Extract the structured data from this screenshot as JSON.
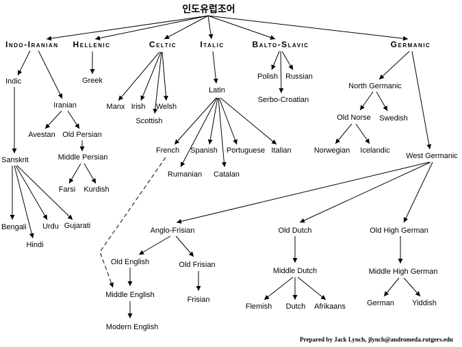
{
  "tree": {
    "label": "인도유럽조어",
    "children": [
      {
        "label": "Indo-Iranian",
        "children": [
          {
            "label": "Indic",
            "children": [
              {
                "label": "Sanskrit",
                "children": [
                  {
                    "label": "Bengali"
                  },
                  {
                    "label": "Hindi"
                  },
                  {
                    "label": "Urdu"
                  },
                  {
                    "label": "Gujarati"
                  }
                ]
              }
            ]
          },
          {
            "label": "Iranian",
            "children": [
              {
                "label": "Avestan"
              },
              {
                "label": "Old Persian",
                "children": [
                  {
                    "label": "Middle Persian",
                    "children": [
                      {
                        "label": "Farsi"
                      },
                      {
                        "label": "Kurdish"
                      }
                    ]
                  }
                ]
              }
            ]
          }
        ]
      },
      {
        "label": "Hellenic",
        "children": [
          {
            "label": "Greek"
          }
        ]
      },
      {
        "label": "Celtic",
        "children": [
          {
            "label": "Manx"
          },
          {
            "label": "Irish"
          },
          {
            "label": "Scottish"
          },
          {
            "label": "Welsh"
          }
        ]
      },
      {
        "label": "Italic",
        "children": [
          {
            "label": "Latin",
            "children": [
              {
                "label": "French"
              },
              {
                "label": "Rumanian"
              },
              {
                "label": "Spanish"
              },
              {
                "label": "Catalan"
              },
              {
                "label": "Portuguese"
              },
              {
                "label": "Italian"
              }
            ]
          }
        ]
      },
      {
        "label": "Balto-Slavic",
        "children": [
          {
            "label": "Polish"
          },
          {
            "label": "Russian"
          },
          {
            "label": "Serbo-Croatian"
          }
        ]
      },
      {
        "label": "Germanic",
        "children": [
          {
            "label": "North Germanic",
            "children": [
              {
                "label": "Old Norse",
                "children": [
                  {
                    "label": "Norwegian"
                  },
                  {
                    "label": "Icelandic"
                  }
                ]
              },
              {
                "label": "Swedish"
              }
            ]
          },
          {
            "label": "West Germanic",
            "children": [
              {
                "label": "Anglo-Frisian",
                "children": [
                  {
                    "label": "Old English",
                    "children": [
                      {
                        "label": "Middle English",
                        "children": [
                          {
                            "label": "Modern English"
                          }
                        ]
                      }
                    ]
                  },
                  {
                    "label": "Old Frisian",
                    "children": [
                      {
                        "label": "Frisian"
                      }
                    ]
                  }
                ]
              },
              {
                "label": "Old Dutch",
                "children": [
                  {
                    "label": "Middle Dutch",
                    "children": [
                      {
                        "label": "Flemish"
                      },
                      {
                        "label": "Dutch"
                      },
                      {
                        "label": "Afrikaans"
                      }
                    ]
                  }
                ]
              },
              {
                "label": "Old High German",
                "children": [
                  {
                    "label": "Middle High German",
                    "children": [
                      {
                        "label": "German"
                      },
                      {
                        "label": "Yiddish"
                      }
                    ]
                  }
                ]
              }
            ]
          }
        ]
      }
    ]
  },
  "credit": "Prepared by Jack Lynch, jlynch@andromeda.rutgers.edu"
}
